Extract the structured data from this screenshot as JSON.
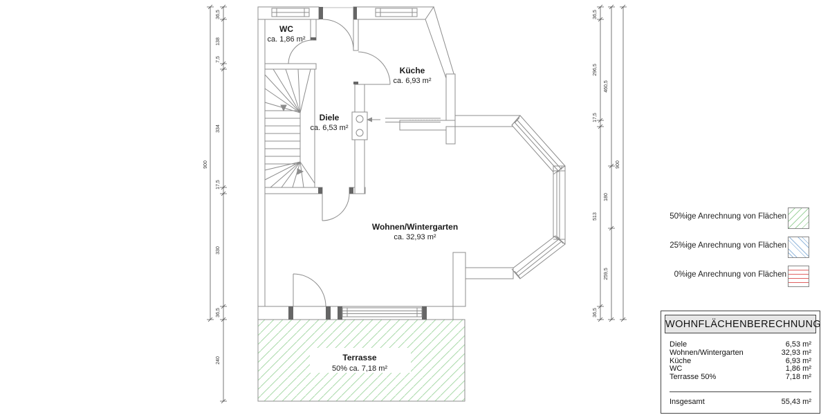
{
  "plan": {
    "rooms": {
      "wc": {
        "name": "WC",
        "area": "ca. 1,86 m²"
      },
      "kueche": {
        "name": "Küche",
        "area": "ca. 6,93 m²"
      },
      "diele": {
        "name": "Diele",
        "area": "ca. 6,53 m²"
      },
      "wohnen": {
        "name": "Wohnen/Wintergarten",
        "area": "ca. 32,93 m²"
      },
      "terrasse": {
        "name": "Terrasse",
        "area": "50% ca. 7,18 m²"
      }
    }
  },
  "dimensions": {
    "left_chain": [
      "36,5",
      "138",
      "7,5",
      "334",
      "17,5",
      "330",
      "36,5",
      "240"
    ],
    "left_total": "900",
    "right_chain_inner": [
      "36,5",
      "296,5",
      "17,5",
      "513",
      "36,5"
    ],
    "right_chain_middle": [
      "460,5",
      "180",
      "259,5"
    ],
    "right_total": "900"
  },
  "legend": {
    "items": [
      {
        "label": "50%ige Anrechnung von Flächen",
        "hatch": "green-diagonal",
        "color": "#9ed29e"
      },
      {
        "label": "25%ige Anrechnung von Flächen",
        "hatch": "blue-diagonal",
        "color": "#93b7dc"
      },
      {
        "label": "0%ige Anrechnung von Flächen",
        "hatch": "red-horizontal",
        "color": "#e06060"
      }
    ]
  },
  "area_table": {
    "title": "WOHNFLÄCHENBERECHNUNG",
    "rows": [
      {
        "label": "Diele",
        "value": "6,53 m²"
      },
      {
        "label": "Wohnen/Wintergarten",
        "value": "32,93 m²"
      },
      {
        "label": "Küche",
        "value": "6,93 m²"
      },
      {
        "label": "WC",
        "value": "1,86 m²"
      },
      {
        "label": "Terrasse 50%",
        "value": "7,18 m²"
      }
    ],
    "total": {
      "label": "Insgesamt",
      "value": "55,43 m²"
    }
  },
  "colors": {
    "wall_line": "#8c8c8c",
    "terrace_hatch": "#a9d9a9",
    "text": "#1a1a1a"
  }
}
